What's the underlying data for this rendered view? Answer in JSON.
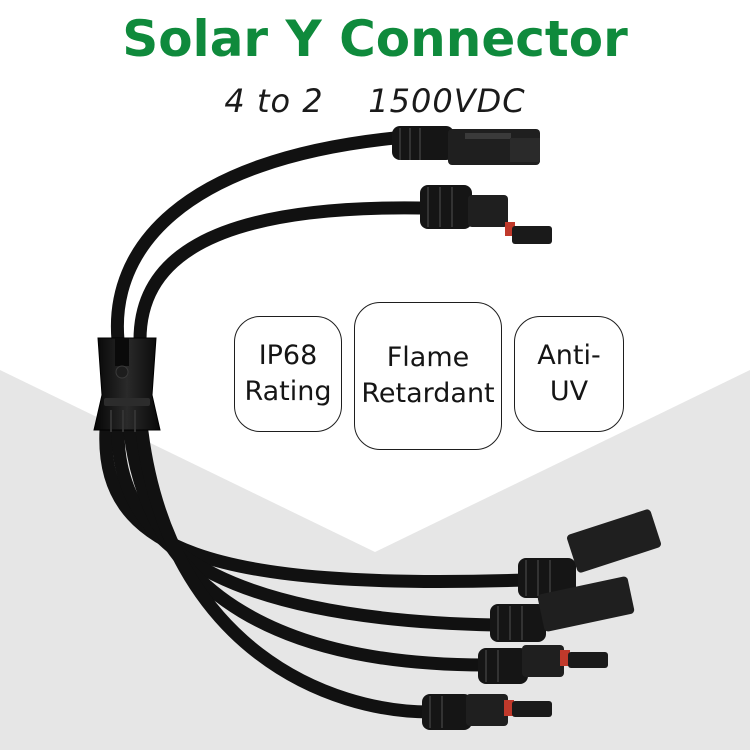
{
  "title": "Solar Y Connector",
  "subtitle": "4 to 2    1500VDC",
  "features": [
    {
      "line1": "IP68",
      "line2": "Rating"
    },
    {
      "line1": "Flame",
      "line2": "Retardant"
    },
    {
      "line1": "Anti-",
      "line2": "UV"
    }
  ],
  "colors": {
    "title": "#0f8a3c",
    "background": "#ffffff",
    "backdrop_gray": "#e6e6e6",
    "cable": "#111111"
  },
  "product_icon": "solar-y-connector-cable-icon"
}
